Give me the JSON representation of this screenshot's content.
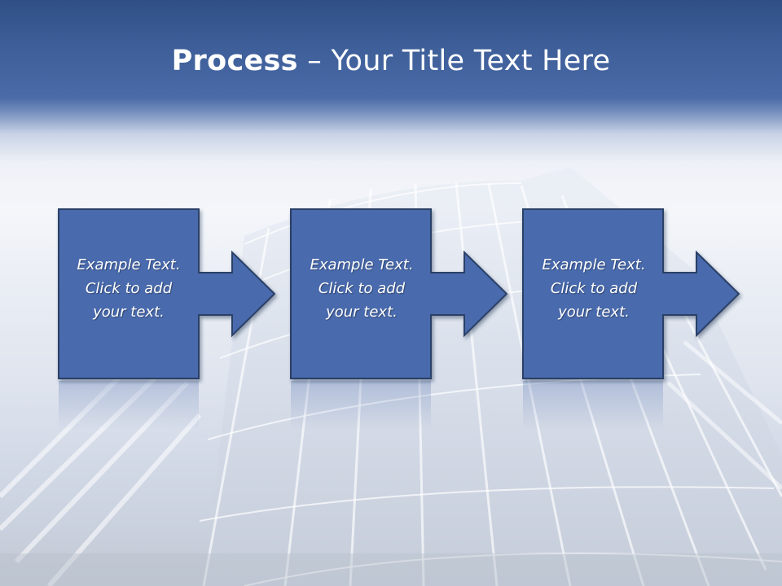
{
  "slide": {
    "title_bold": "Process",
    "title_rest": " – Your Title Text Here",
    "steps": [
      {
        "line1": "Example Text.",
        "line2": "Click  to add",
        "line3": "your text."
      },
      {
        "line1": "Example Text.",
        "line2": "Click  to add",
        "line3": "your text."
      },
      {
        "line1": "Example Text.",
        "line2": "Click  to add",
        "line3": "your text."
      }
    ]
  },
  "colors": {
    "header_blue": "#3e5f99",
    "box_fill": "#4a6aad",
    "box_stroke": "#2b3f66",
    "text": "#ffffff"
  }
}
